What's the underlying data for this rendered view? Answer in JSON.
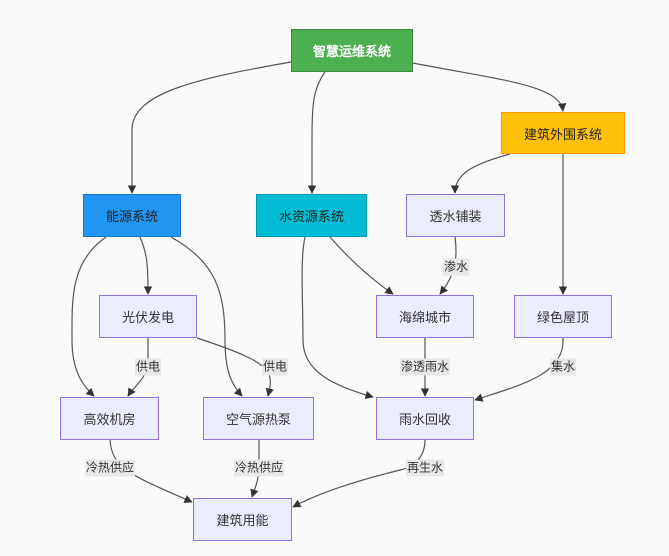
{
  "diagram": {
    "type": "flowchart",
    "colors": {
      "background": "#fafafa",
      "default_node_fill": "#ececff",
      "default_node_border": "#9370db",
      "edge": "#555555",
      "edge_label_bg": "#e8e8e8"
    },
    "nodes": {
      "root": {
        "label": "智慧运维系统",
        "color": "#4caf50"
      },
      "envelope": {
        "label": "建筑外围系统",
        "color": "#ffc107"
      },
      "energy": {
        "label": "能源系统",
        "color": "#2196f3"
      },
      "water": {
        "label": "水资源系统",
        "color": "#00bcd4"
      },
      "permeable": {
        "label": "透水铺装"
      },
      "pv": {
        "label": "光伏发电"
      },
      "sponge": {
        "label": "海绵城市"
      },
      "greenroof": {
        "label": "绿色屋顶"
      },
      "plant": {
        "label": "高效机房"
      },
      "heatpump": {
        "label": "空气源热泵"
      },
      "rain": {
        "label": "雨水回收"
      },
      "building": {
        "label": "建筑用能"
      }
    },
    "edges": [
      {
        "from": "root",
        "to": "energy",
        "label": ""
      },
      {
        "from": "root",
        "to": "water",
        "label": ""
      },
      {
        "from": "root",
        "to": "envelope",
        "label": ""
      },
      {
        "from": "energy",
        "to": "pv",
        "label": ""
      },
      {
        "from": "energy",
        "to": "plant",
        "label": ""
      },
      {
        "from": "energy",
        "to": "heatpump",
        "label": ""
      },
      {
        "from": "pv",
        "to": "plant",
        "label": "供电"
      },
      {
        "from": "pv",
        "to": "heatpump",
        "label": "供电"
      },
      {
        "from": "water",
        "to": "sponge",
        "label": ""
      },
      {
        "from": "water",
        "to": "rain",
        "label": ""
      },
      {
        "from": "envelope",
        "to": "permeable",
        "label": ""
      },
      {
        "from": "envelope",
        "to": "greenroof",
        "label": ""
      },
      {
        "from": "permeable",
        "to": "sponge",
        "label": "渗水"
      },
      {
        "from": "sponge",
        "to": "rain",
        "label": "渗透雨水"
      },
      {
        "from": "greenroof",
        "to": "rain",
        "label": "集水"
      },
      {
        "from": "plant",
        "to": "building",
        "label": "冷热供应"
      },
      {
        "from": "heatpump",
        "to": "building",
        "label": "冷热供应"
      },
      {
        "from": "rain",
        "to": "building",
        "label": "再生水"
      }
    ]
  }
}
